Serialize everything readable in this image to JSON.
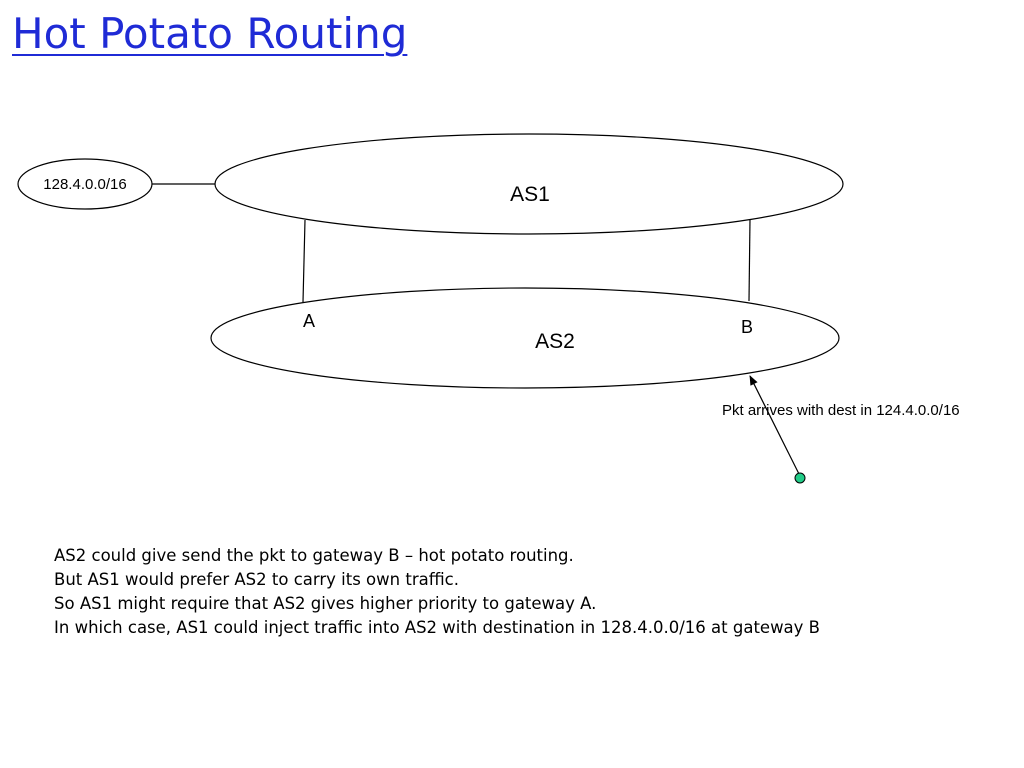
{
  "slide": {
    "title": "Hot Potato Routing"
  },
  "diagram": {
    "prefix_node": "128.4.0.0/16",
    "as1_label": "AS1",
    "as2_label": "AS2",
    "gateway_a": "A",
    "gateway_b": "B",
    "packet_note": "Pkt arrives with dest in 124.4.0.0/16",
    "colors": {
      "title": "#1f2bd6",
      "packet_dot": "#22cc88",
      "stroke": "#000000"
    }
  },
  "body": {
    "lines": [
      "AS2 could give send the pkt to gateway B – hot potato routing.",
      "But AS1 would prefer AS2 to carry its own traffic.",
      "So AS1 might require that AS2 gives higher priority to gateway A.",
      "In which case, AS1 could inject traffic into AS2 with destination in 128.4.0.0/16 at gateway B"
    ]
  }
}
